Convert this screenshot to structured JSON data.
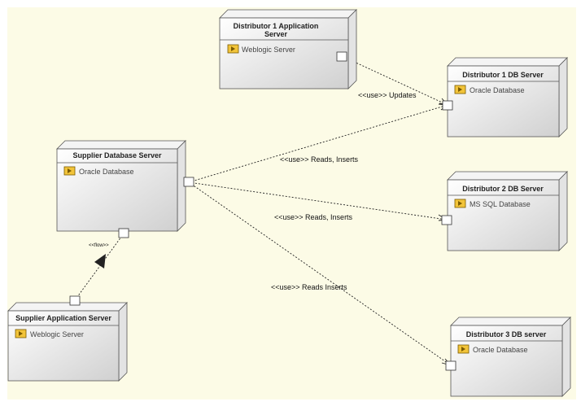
{
  "colors": {
    "canvas": "#fcfbe6",
    "node_top": "#ffffff",
    "node_bottom": "#d3d3d3",
    "node_side": "#ececec",
    "border": "#555555",
    "port_fill": "#ffffff",
    "artifact_icon": "#f2c43a"
  },
  "nodes": {
    "dist1_app": {
      "title_line1": "Distributor 1 Application",
      "title_line2": "Server",
      "item": "Weblogic Server",
      "item_icon": "artifact-icon"
    },
    "dist1_db": {
      "title": "Distributor 1 DB Server",
      "item": "Oracle Database",
      "item_icon": "artifact-icon"
    },
    "supplier_db": {
      "title": "Supplier Database Server",
      "item": "Oracle Database",
      "item_icon": "artifact-icon"
    },
    "dist2_db": {
      "title": "Distributor 2 DB Server",
      "item": "MS SQL Database",
      "item_icon": "artifact-icon"
    },
    "supplier_app": {
      "title": "Supplier Application Server",
      "item": "Weblogic Server",
      "item_icon": "artifact-icon"
    },
    "dist3_db": {
      "title": "Distributor 3 DB server",
      "item": "Oracle Database",
      "item_icon": "artifact-icon"
    }
  },
  "connectors": {
    "updates": "<<use>> Updates",
    "reads_inserts_1": "<<use>> Reads, Inserts",
    "reads_inserts_2": "<<use>> Reads, Inserts",
    "reads_inserts_3": "<<use>> Reads Inserts",
    "flow": "<<flow>>"
  }
}
